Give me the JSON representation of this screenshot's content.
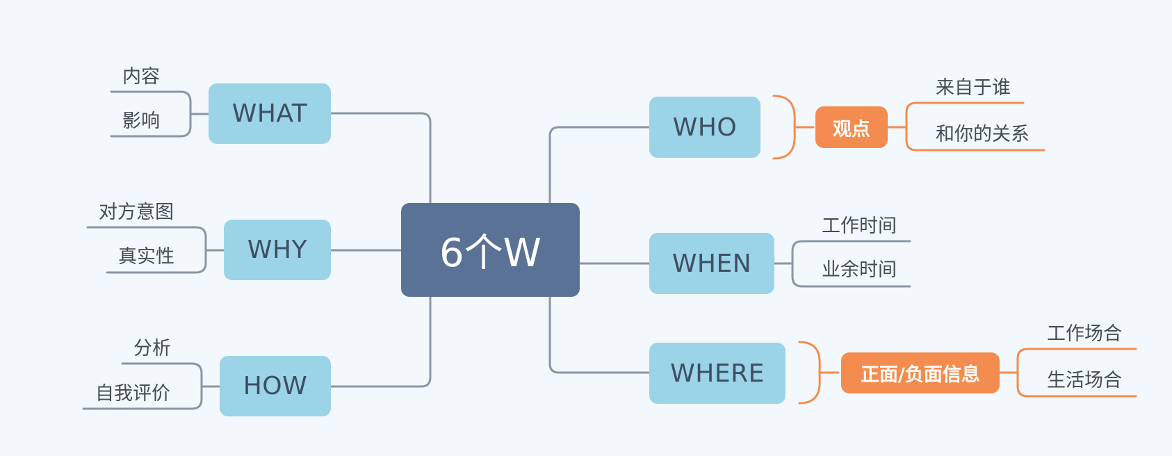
{
  "colors": {
    "background": "#f3f8fc",
    "root": "#5b7297",
    "topic": "#9bd3e7",
    "tag": "#f38c4e",
    "connector": "#8a96a4",
    "bracket": "#f38c4e"
  },
  "root": {
    "label": "6个W"
  },
  "topics": {
    "what": {
      "label": "WHAT",
      "children": [
        "内容",
        "影响"
      ]
    },
    "why": {
      "label": "WHY",
      "children": [
        "对方意图",
        "真实性"
      ]
    },
    "how": {
      "label": "HOW",
      "children": [
        "分析",
        "自我评价"
      ]
    },
    "who": {
      "label": "WHO",
      "tag": "观点",
      "children": [
        "来自于谁",
        "和你的关系"
      ]
    },
    "when": {
      "label": "WHEN",
      "children": [
        "工作时间",
        "业余时间"
      ]
    },
    "where": {
      "label": "WHERE",
      "tag": "正面/负面信息",
      "children": [
        "工作场合",
        "生活场合"
      ]
    }
  }
}
